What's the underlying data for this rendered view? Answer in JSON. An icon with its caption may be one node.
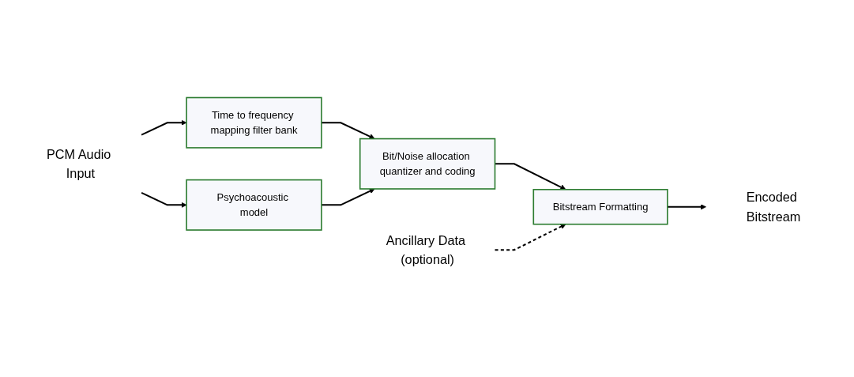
{
  "diagram": {
    "nodes": [
      {
        "text": [
          "PCM Audio Input"
        ]
      },
      {
        "text": [
          "Time to frequency mapping filter bank"
        ]
      },
      {
        "text": [
          "Bit/Noise allocation quantizer and coding"
        ]
      },
      {
        "text": [
          "Bitstream Formatting"
        ]
      },
      {
        "text": [
          "Encoded Bitstream"
        ]
      },
      {
        "text": [
          "Psychoacoustic model"
        ]
      },
      {
        "text": [
          "Ancillary Data (optional)"
        ]
      }
    ],
    "edges": [
      {
        "from": 0,
        "to": 1,
        "arrow": "to"
      },
      {
        "from": 0,
        "to": 5,
        "arrow": "to"
      },
      {
        "from": 1,
        "to": 2,
        "arrow": "to"
      },
      {
        "from": 5,
        "to": 2,
        "arrow": "to"
      },
      {
        "from": 2,
        "to": 3,
        "arrow": "to"
      },
      {
        "from": 3,
        "to": 4,
        "arrow": "to"
      },
      {
        "from": 6,
        "to": 3,
        "arrow": "to",
        "style": "dashed"
      }
    ]
  }
}
